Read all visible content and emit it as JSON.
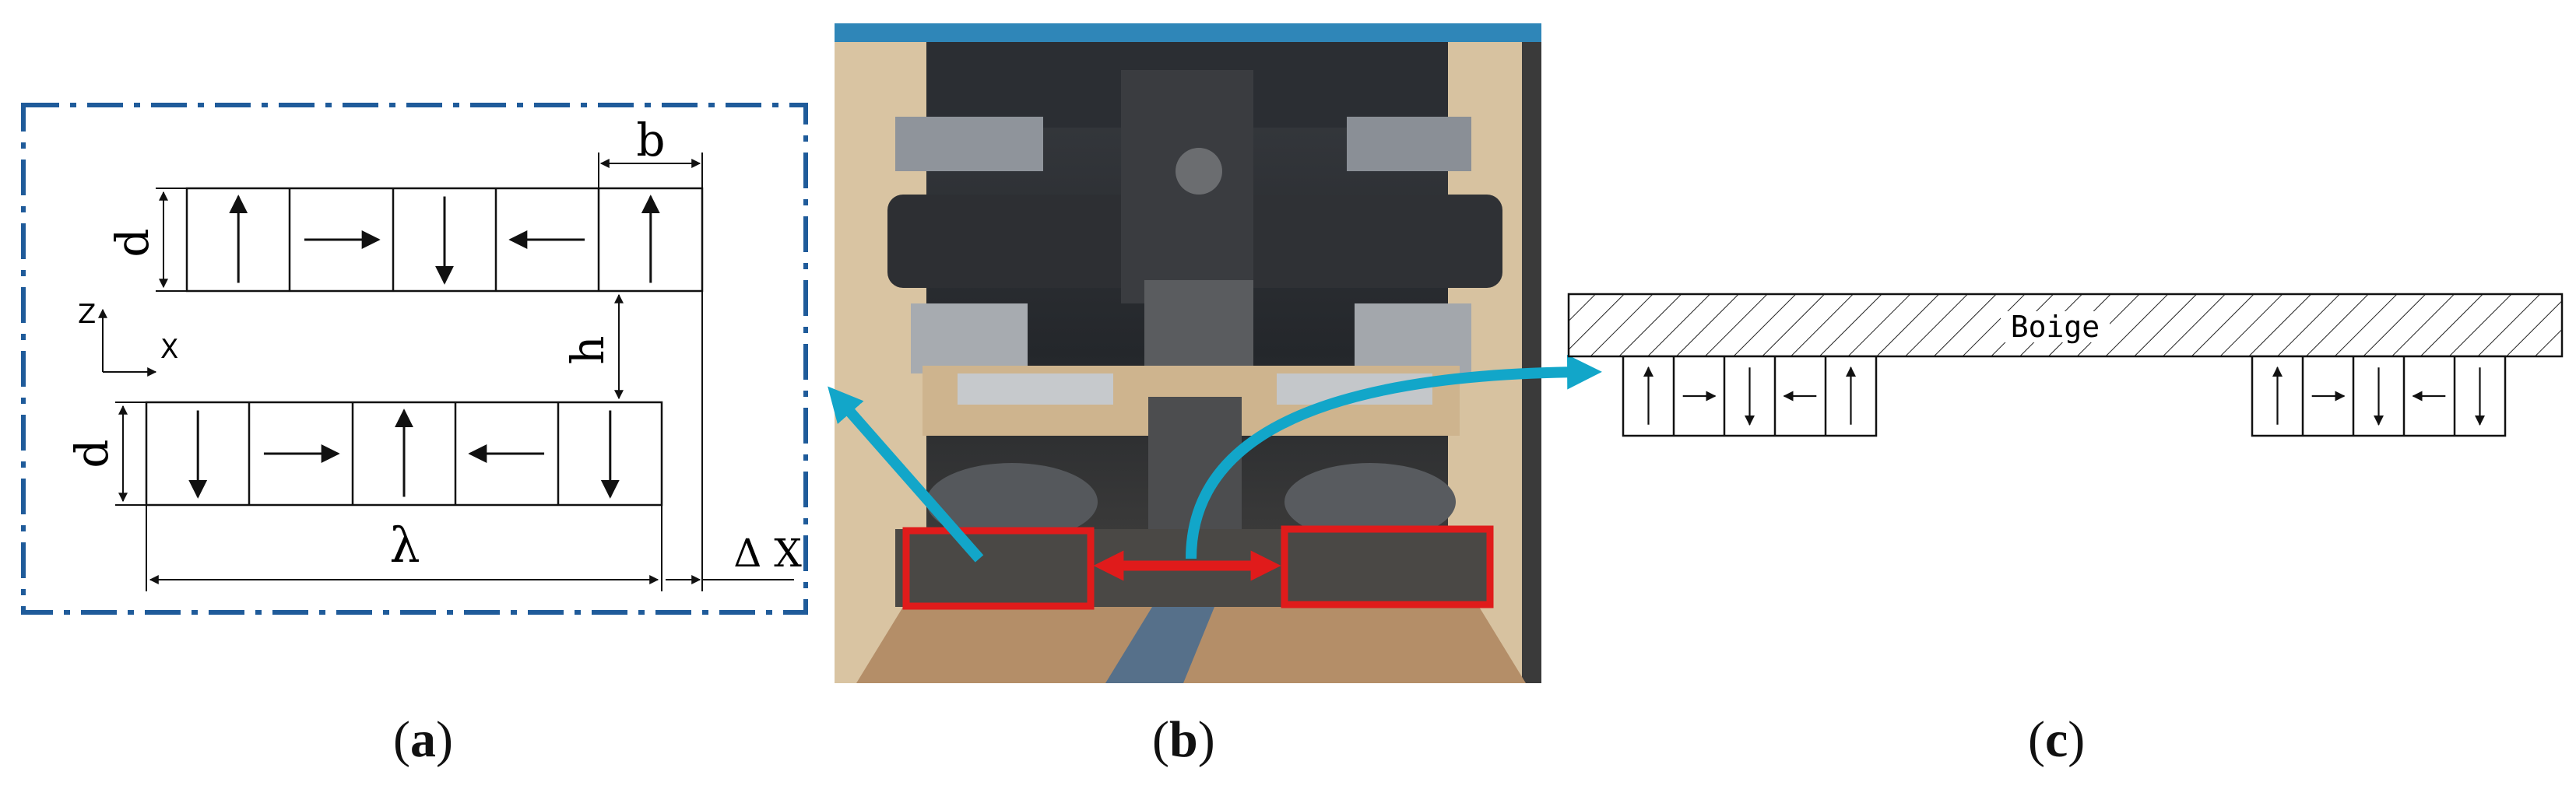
{
  "panel_a": {
    "dim_b": "b",
    "dim_d_top": "d",
    "dim_d_bottom": "d",
    "dim_h": "h",
    "dim_lambda": "λ",
    "dim_delta_x": "Δ X",
    "axis_z": "Z",
    "axis_x": "X",
    "top_array_arrows": [
      "up",
      "right",
      "down",
      "left",
      "up"
    ],
    "bottom_array_arrows": [
      "down",
      "right",
      "up",
      "left",
      "down"
    ]
  },
  "panel_c": {
    "bogie_label": "Boige",
    "left_array_arrows": [
      "up",
      "right",
      "down",
      "left",
      "up"
    ],
    "right_array_arrows": [
      "up",
      "right",
      "down",
      "left",
      "down"
    ]
  },
  "labels": {
    "a": "a",
    "b": "b",
    "c": "c"
  },
  "colors": {
    "frame_blue": "#1f5b9a",
    "arrow_cyan": "#12a6c9",
    "highlight_red": "#e01b1b"
  }
}
